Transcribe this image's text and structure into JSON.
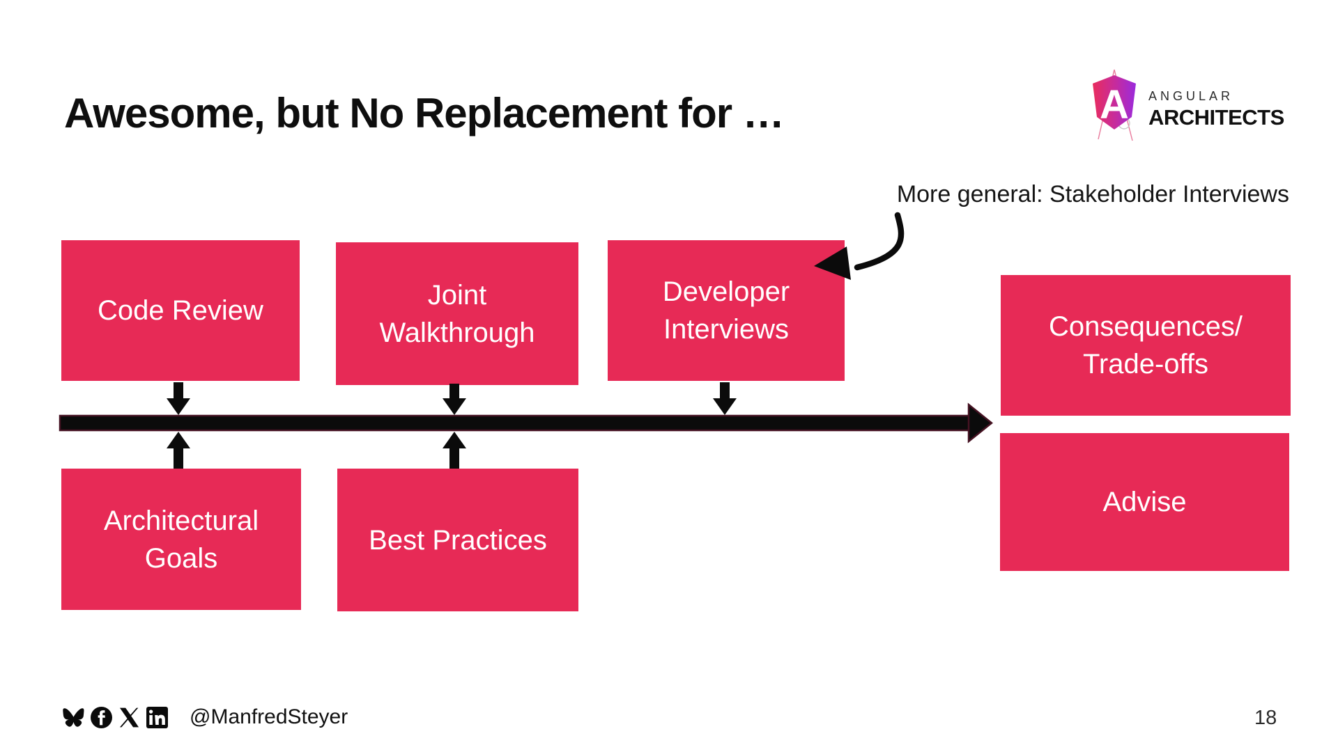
{
  "slide": {
    "title": "Awesome, but No Replacement for …",
    "page_number": "18"
  },
  "logo": {
    "line1": "ANGULAR",
    "line2": "ARCHITECTS"
  },
  "annotation": "More general: Stakeholder Interviews",
  "diagram": {
    "boxes": {
      "code_review": "Code Review",
      "joint_walkthrough": "Joint\nWalkthrough",
      "developer_interviews": "Developer\nInterviews",
      "consequences": "Consequences/\nTrade-offs",
      "advise": "Advise",
      "architectural_goals": "Architectural\nGoals",
      "best_practices": "Best Practices"
    },
    "timeline": "horizontal black arrow pointing right",
    "connector_arrows": "vertical black arrows linking boxes to timeline"
  },
  "footer": {
    "handle": "@ManfredSteyer",
    "icons": [
      "bluesky-icon",
      "facebook-icon",
      "x-icon",
      "linkedin-icon"
    ]
  },
  "colors": {
    "accent_pink": "#E72A56",
    "arrow_black": "#0b0b0b",
    "timeline_outline_maroon": "#451222",
    "logo_gradient_start": "#E92D5E",
    "logo_gradient_end": "#9A2BDD"
  }
}
